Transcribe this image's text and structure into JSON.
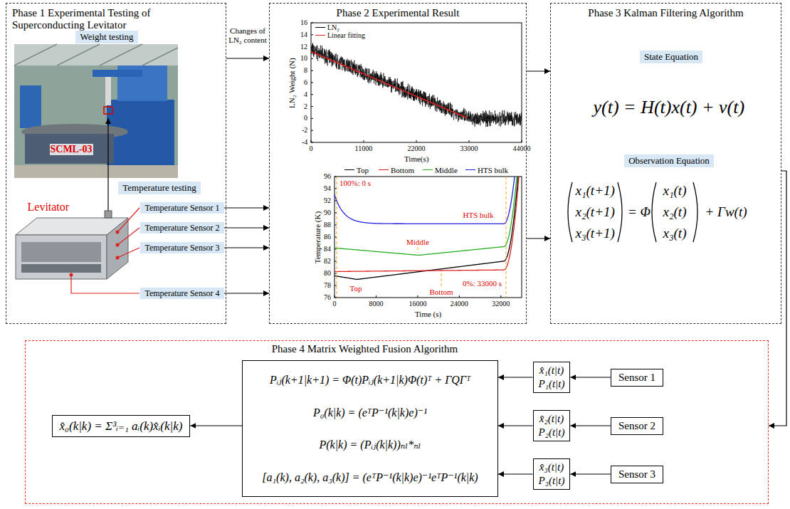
{
  "diagram": {
    "nodes": [
      {
        "text": [
          "Phase 1 Experimental Testing of Superconducting Levitator"
        ]
      },
      {
        "text": [
          "Weight testing"
        ],
        "in": 0
      },
      {
        "text": [
          "Temperature testing"
        ],
        "in": 0
      },
      {
        "text": [
          "Temperature Sensor 1"
        ],
        "in": 0
      },
      {
        "text": [
          "Temperature Sensor 2"
        ],
        "in": 0
      },
      {
        "text": [
          "Temperature Sensor 3"
        ],
        "in": 0
      },
      {
        "text": [
          "Temperature Sensor 4"
        ],
        "in": 0
      },
      {
        "text": [
          "Phase 2 Experimental Result"
        ]
      },
      {
        "text": [
          "Phase 3 Kalman Filtering Algorithm"
        ]
      },
      {
        "text": [
          "State Equation"
        ],
        "in": 8
      },
      {
        "text": [
          "Observation Equation"
        ],
        "in": 8
      },
      {
        "text": [
          "Phase 4 Matrix Weighted Fusion Algorithm"
        ]
      },
      {
        "text": [
          "x̂₀(k|k) = Σ³ᵢ₌₁ aᵢ(k)x̂ᵢ(k|k)"
        ],
        "in": 11
      },
      {
        "text": [
          "Pᵢⱼ(k+1|k+1) = Φ(t)Pᵢⱼ(k+1|k)Φ(t)ᵀ + ΓQΓᵀ",
          "P₀(k|k) = (eᵀP⁻¹(k|k)e)⁻¹",
          "P(k|k) = (Pᵢⱼ(k|k))ₙₗ*ₙₗ",
          "[a₁(k), a₂(k), a₃(k)] = (eᵀP⁻¹(k|k)e)⁻¹eᵀP⁻¹(k|k)"
        ],
        "in": 11
      },
      {
        "text": [
          "x̂₁(t|t)",
          "P₁(t|t)"
        ],
        "in": 11
      },
      {
        "text": [
          "x̂₂(t|t)",
          "P₂(t|t)"
        ],
        "in": 11
      },
      {
        "text": [
          "x̂₃(t|t)",
          "P₃(t|t)"
        ],
        "in": 11
      },
      {
        "text": [
          "Sensor 1"
        ],
        "in": 11
      },
      {
        "text": [
          "Sensor 2"
        ],
        "in": 11
      },
      {
        "text": [
          "Sensor 3"
        ],
        "in": 11
      }
    ],
    "edges": [
      {
        "from": 0,
        "to": 7,
        "arrow": "to",
        "label": "Changes of LN₂ content"
      },
      {
        "from": 7,
        "to": 8,
        "arrow": "to"
      },
      {
        "from": 7,
        "to": 8,
        "arrow": "to"
      },
      {
        "from": 3,
        "to": 7,
        "arrow": "to"
      },
      {
        "from": 4,
        "to": 7,
        "arrow": "to"
      },
      {
        "from": 5,
        "to": 7,
        "arrow": "to"
      },
      {
        "from": 6,
        "to": 7,
        "arrow": "to"
      },
      {
        "from": 8,
        "to": 11,
        "arrow": "to"
      },
      {
        "from": 17,
        "to": 14,
        "arrow": "to"
      },
      {
        "from": 18,
        "to": 15,
        "arrow": "to"
      },
      {
        "from": 19,
        "to": 16,
        "arrow": "to"
      },
      {
        "from": 14,
        "to": 13,
        "arrow": "to"
      },
      {
        "from": 15,
        "to": 13,
        "arrow": "to"
      },
      {
        "from": 16,
        "to": 13,
        "arrow": "to"
      },
      {
        "from": 13,
        "to": 12,
        "arrow": "to"
      }
    ],
    "labels": [
      "SCML-03",
      "Levitator",
      "LN₂ Weight (N)",
      "16",
      "14",
      "12",
      "10",
      "8",
      "6",
      "4",
      "2",
      "0",
      "-2",
      "-4",
      "0",
      "11000",
      "22000",
      "33000",
      "44000",
      "Time(s)",
      "Temperature (K)",
      "96",
      "94",
      "92",
      "90",
      "88",
      "86",
      "84",
      "82",
      "80",
      "78",
      "76",
      "0",
      "8000",
      "16000",
      "24000",
      "32000",
      "Time (s)",
      "100%: 0 s",
      "HTS bulk",
      "Middle",
      "Top",
      "Bottom",
      "0%: 33000 s",
      "y(t) = H(t)x(t) + v(t)",
      "x₁(t+1)",
      "x₂(t+1)",
      "x₃(t+1)",
      "= Φ",
      "x₁(t)",
      "x₂(t)",
      "x₃(t)",
      "+ Γw(t)"
    ],
    "legend": [
      {
        "text": "LN₂"
      },
      {
        "text": "Linear fitting"
      },
      {
        "text": "Top"
      },
      {
        "text": "Bottom"
      },
      {
        "text": "Middle"
      },
      {
        "text": "HTS bulk"
      }
    ]
  }
}
